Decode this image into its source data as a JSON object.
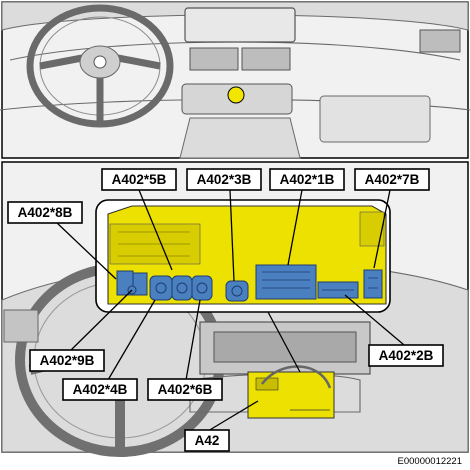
{
  "callouts": [
    {
      "id": "a402-5b",
      "text": "A402*5B"
    },
    {
      "id": "a402-3b",
      "text": "A402*3B"
    },
    {
      "id": "a402-1b",
      "text": "A402*1B"
    },
    {
      "id": "a402-7b",
      "text": "A402*7B"
    },
    {
      "id": "a402-8b",
      "text": "A402*8B"
    },
    {
      "id": "a402-9b",
      "text": "A402*9B"
    },
    {
      "id": "a402-4b",
      "text": "A402*4B"
    },
    {
      "id": "a402-6b",
      "text": "A402*6B"
    },
    {
      "id": "a402-2b",
      "text": "A402*2B"
    },
    {
      "id": "a42",
      "text": "A42"
    }
  ],
  "reference_code": "E00000012221",
  "colors": {
    "module_highlight": "#ece100",
    "connector_blue": "#4a7fc0",
    "location_marker": "#f2e600",
    "outline": "#000000",
    "drawing_gray": "#6a6a6a"
  }
}
